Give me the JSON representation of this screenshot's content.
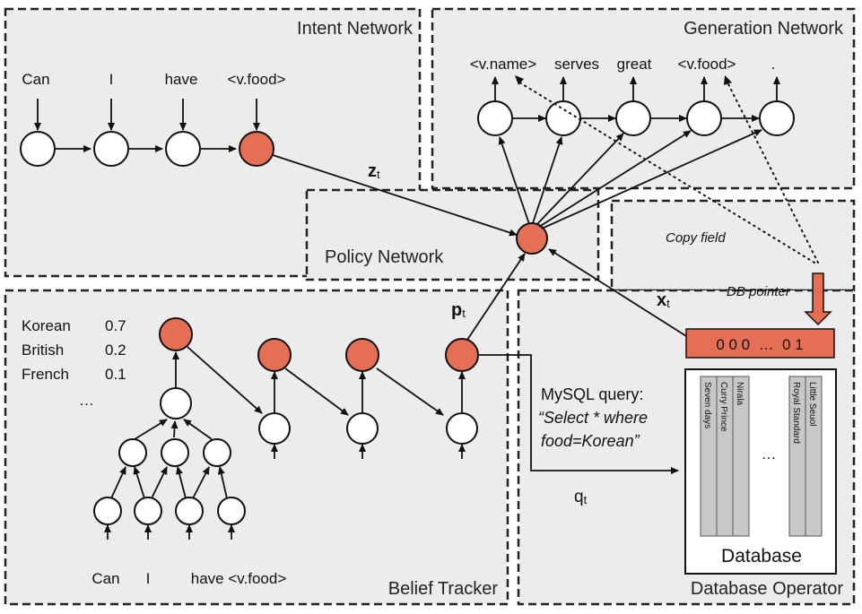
{
  "panels": {
    "intent": "Intent Network",
    "generation": "Generation Network",
    "policy": "Policy Network",
    "belief": "Belief Tracker",
    "database_op": "Database Operator"
  },
  "intent_words": [
    "Can",
    "I",
    "have",
    "<v.food>"
  ],
  "generation_words": [
    "<v.name>",
    "serves",
    "great",
    "<v.food>",
    "."
  ],
  "vectors": {
    "z": "z",
    "z_sub": "t",
    "p": "p",
    "p_sub": "t",
    "x": "x",
    "x_sub": "t",
    "q": "q",
    "q_sub": "t"
  },
  "copy_field": "Copy field",
  "db_pointer": "DB pointer",
  "db_vector": "0 0 0  …  0 1",
  "belief_dist": [
    {
      "label": "Korean",
      "value": "0.7"
    },
    {
      "label": "British",
      "value": "0.2"
    },
    {
      "label": "French",
      "value": "0.1"
    },
    {
      "label": "…",
      "value": ""
    }
  ],
  "belief_words": [
    "Can",
    "I",
    "have <v.food>"
  ],
  "query": {
    "title": "MySQL query:",
    "line1": "“Select * where",
    "line2": "food=Korean”"
  },
  "database": {
    "title": "Database",
    "columns": [
      "Seven days",
      "Curry Prince",
      "Nirala",
      "Royal Standard",
      "Little Seuol"
    ],
    "ellipsis": "…"
  },
  "colors": {
    "active_node": "#e46f55",
    "panel_bg": "#ececec"
  }
}
